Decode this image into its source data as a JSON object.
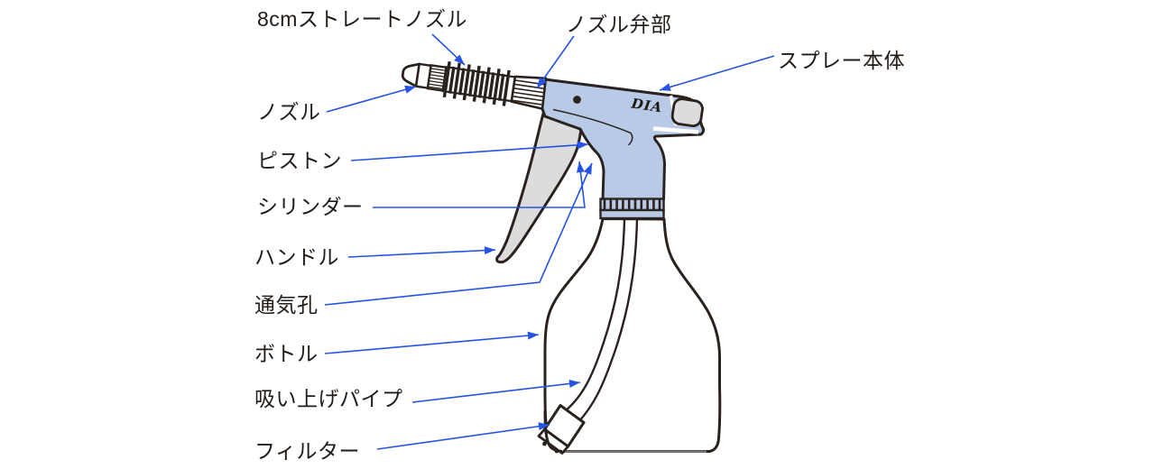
{
  "diagram": {
    "logo": "DIA",
    "labels": {
      "straight_nozzle": "8cmストレートノズル",
      "nozzle_valve": "ノズル弁部",
      "spray_body": "スプレー本体",
      "nozzle": "ノズル",
      "piston": "ピストン",
      "cylinder": "シリンダー",
      "handle": "ハンドル",
      "vent_hole": "通気孔",
      "bottle": "ボトル",
      "suction_pipe": "吸い上げパイプ",
      "filter": "フィルター"
    },
    "colors": {
      "body_blue": "#b9cae7",
      "trigger_gray": "#dcdcdc",
      "outline": "#2a221e",
      "leader_blue": "#2453e6",
      "label_text": "#221c18",
      "background": "#ffffff"
    }
  }
}
